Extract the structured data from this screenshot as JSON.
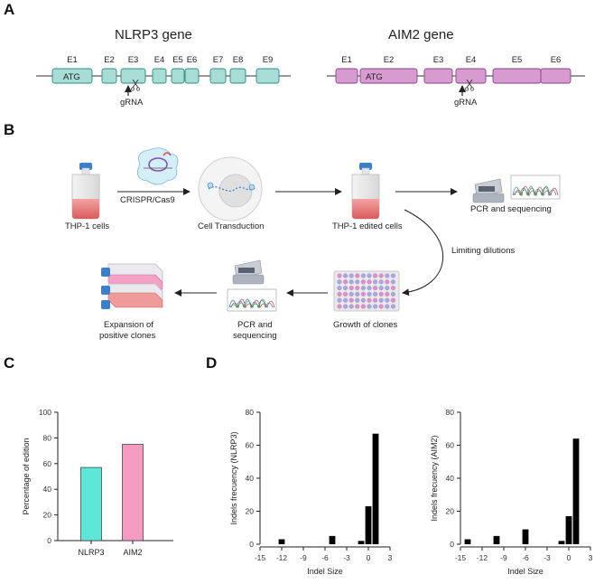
{
  "panels": {
    "a": "A",
    "b": "B",
    "c": "C",
    "d": "D"
  },
  "panel_a": {
    "nlrp3": {
      "title": "NLRP3 gene",
      "exons": [
        "E1",
        "E2",
        "E3",
        "E4",
        "E5",
        "E6",
        "E7",
        "E8",
        "E9"
      ],
      "atg": "ATG",
      "grna": "gRNA",
      "color": "#a8ddd6",
      "stroke": "#2a8a80"
    },
    "aim2": {
      "title": "AIM2 gene",
      "exons": [
        "E1",
        "E2",
        "E3",
        "E4",
        "E5",
        "E6"
      ],
      "atg": "ATG",
      "grna": "gRNA",
      "color": "#d79bcf",
      "stroke": "#8a3f85"
    }
  },
  "panel_b": {
    "thp1_cells": "THP-1 cells",
    "crispr": "CRISPR/Cas9",
    "transduction": "Cell Transduction",
    "edited": "THP-1 edited cells",
    "pcr_seq_top": "PCR and sequencing",
    "limiting": "Limiting dilutions",
    "growth": "Growth of clones",
    "pcr_seq_bottom_1": "PCR and",
    "pcr_seq_bottom_2": "sequencing",
    "expansion_1": "Expansion of",
    "expansion_2": "positive clones"
  },
  "chart_data": [
    {
      "type": "bar",
      "panel": "C",
      "categories": [
        "NLRP3",
        "AIM2"
      ],
      "values": [
        57,
        75
      ],
      "colors": [
        "#5ee6d6",
        "#f59ac2"
      ],
      "ylabel": "Percentage of edition",
      "ylim": [
        0,
        100
      ],
      "yticks": [
        0,
        20,
        40,
        60,
        80,
        100
      ]
    },
    {
      "type": "bar",
      "panel": "D-left",
      "xlabel": "Indel Size",
      "ylabel": "Indels frecuency (NLRP3)",
      "xlim": [
        -15,
        3
      ],
      "xticks": [
        -15,
        -12,
        -9,
        -6,
        -3,
        0,
        3
      ],
      "ylim": [
        0,
        80
      ],
      "yticks": [
        0,
        20,
        40,
        60,
        80
      ],
      "points": [
        {
          "x": -12,
          "y": 3
        },
        {
          "x": -5,
          "y": 5
        },
        {
          "x": -1,
          "y": 2
        },
        {
          "x": 0,
          "y": 23
        },
        {
          "x": 1,
          "y": 67
        }
      ]
    },
    {
      "type": "bar",
      "panel": "D-right",
      "xlabel": "Indel Size",
      "ylabel": "Indels frecuency (AIM2)",
      "xlim": [
        -15,
        3
      ],
      "xticks": [
        -15,
        -12,
        -9,
        -6,
        -3,
        0,
        3
      ],
      "ylim": [
        0,
        80
      ],
      "yticks": [
        0,
        20,
        40,
        60,
        80
      ],
      "points": [
        {
          "x": -14,
          "y": 3
        },
        {
          "x": -10,
          "y": 5
        },
        {
          "x": -6,
          "y": 9
        },
        {
          "x": -1,
          "y": 2
        },
        {
          "x": 0,
          "y": 17
        },
        {
          "x": 1,
          "y": 64
        }
      ]
    }
  ]
}
